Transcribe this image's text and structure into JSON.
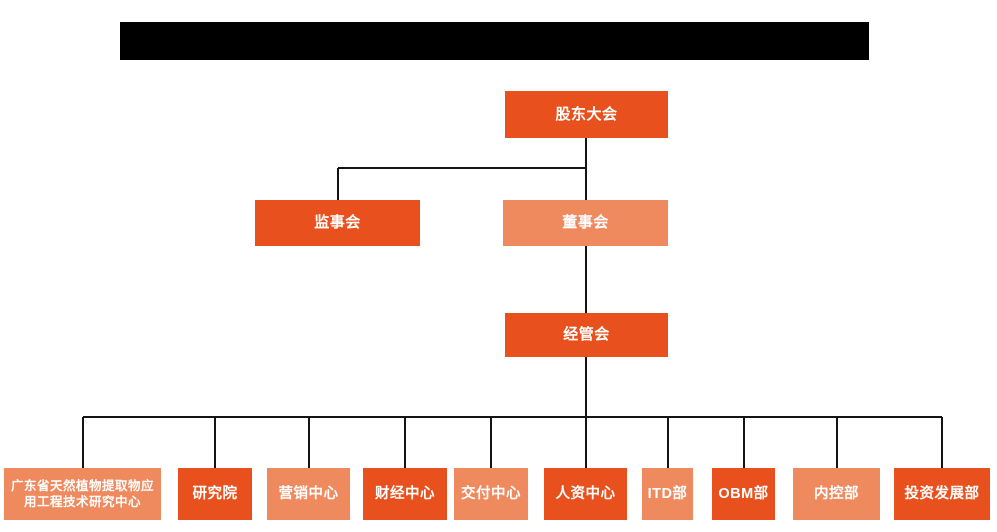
{
  "page": {
    "background": "#ffffff",
    "title_bar": {
      "redacted": true,
      "color": "#000000"
    }
  },
  "colors": {
    "primary": "#E8511D",
    "secondary": "#EF8A5F",
    "line": "#141414",
    "text": "#FFFFFF"
  },
  "chart_data": {
    "type": "org-chart",
    "nodes": [
      {
        "id": "shareholders",
        "label": "股东大会",
        "variant": "primary",
        "level": 1,
        "parent": null
      },
      {
        "id": "supervisory",
        "label": "监事会",
        "variant": "primary",
        "level": 2,
        "parent": "shareholders"
      },
      {
        "id": "board",
        "label": "董事会",
        "variant": "secondary",
        "level": 2,
        "parent": "shareholders"
      },
      {
        "id": "management",
        "label": "经管会",
        "variant": "primary",
        "level": 3,
        "parent": "board"
      },
      {
        "id": "research_center",
        "label": "广东省天然植物提取物应用工程技术研究中心",
        "variant": "secondary",
        "level": 4,
        "parent": "management"
      },
      {
        "id": "institute",
        "label": "研究院",
        "variant": "primary",
        "level": 4,
        "parent": "management"
      },
      {
        "id": "marketing",
        "label": "营销中心",
        "variant": "secondary",
        "level": 4,
        "parent": "management"
      },
      {
        "id": "finance",
        "label": "财经中心",
        "variant": "primary",
        "level": 4,
        "parent": "management"
      },
      {
        "id": "delivery",
        "label": "交付中心",
        "variant": "secondary",
        "level": 4,
        "parent": "management"
      },
      {
        "id": "hr",
        "label": "人资中心",
        "variant": "primary",
        "level": 4,
        "parent": "management"
      },
      {
        "id": "itd",
        "label": "ITD部",
        "variant": "secondary",
        "level": 4,
        "parent": "management"
      },
      {
        "id": "obm",
        "label": "OBM部",
        "variant": "primary",
        "level": 4,
        "parent": "management"
      },
      {
        "id": "internal_control",
        "label": "内控部",
        "variant": "secondary",
        "level": 4,
        "parent": "management"
      },
      {
        "id": "investment",
        "label": "投资发展部",
        "variant": "primary",
        "level": 4,
        "parent": "management"
      }
    ]
  }
}
